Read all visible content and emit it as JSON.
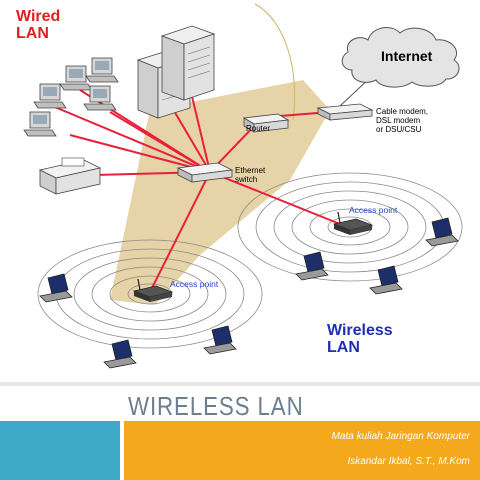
{
  "diagram": {
    "wired_lan": [
      "Wired",
      "LAN"
    ],
    "wireless_lan": [
      "Wireless",
      "LAN"
    ],
    "internet": "Internet",
    "router": "Router",
    "ethernet_switch": [
      "Ethernet",
      "switch"
    ],
    "modem": [
      "Cable modem,",
      "DSL modem",
      "or DSU/CSU"
    ],
    "access_point_right": "Access point",
    "access_point_left": "Access point"
  },
  "slide": {
    "title": "WIRELESS LAN",
    "subtitle_line1": "Mata kuliah Jaringan Komputer",
    "subtitle_line2": "Iskandar Ikbal, S.T., M.Kom"
  },
  "colors": {
    "wired_text": "#e02020",
    "wireless_text": "#2030b0",
    "access_point_text": "#2040d0",
    "cable": "#e8203a",
    "coverage_cone": "#e6d3a8",
    "accent_blue": "#3fa9c9",
    "accent_orange": "#f4a81c",
    "title_gray": "#6b7f91"
  },
  "icons": [
    "workstation-icon",
    "server-icon",
    "printer-icon",
    "router-icon",
    "switch-icon",
    "modem-icon",
    "cloud-icon",
    "access-point-icon",
    "laptop-icon"
  ]
}
